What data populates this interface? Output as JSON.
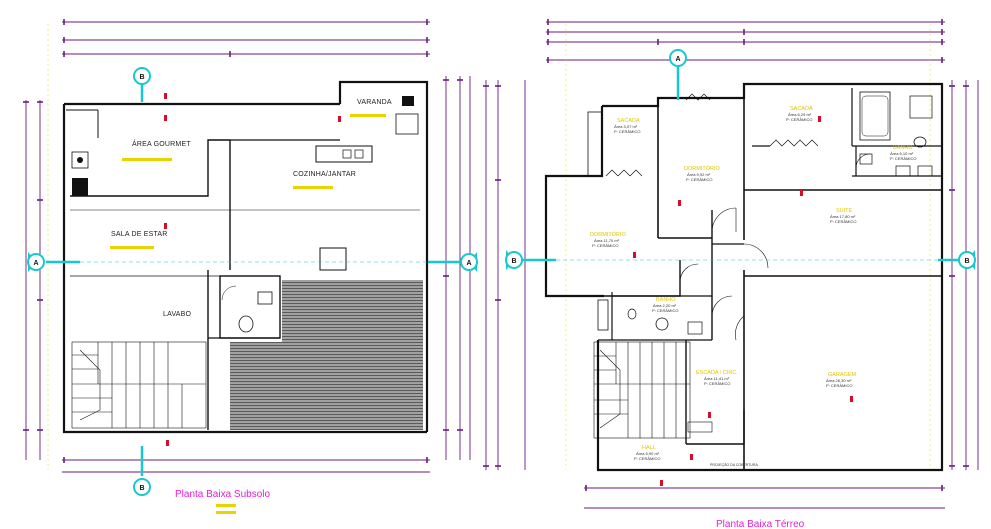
{
  "floors": [
    {
      "title": "Planta Baixa Subsolo",
      "rooms": [
        {
          "name": "ÁREA GOURMET"
        },
        {
          "name": "VARANDA"
        },
        {
          "name": "COZINHA/JANTAR"
        },
        {
          "name": "SALA DE ESTAR"
        },
        {
          "name": "LAVABO"
        }
      ]
    },
    {
      "title": "Planta Baixa Térreo",
      "rooms": [
        {
          "name": "SACADA",
          "area": "Área 3,07 m²",
          "floor": "P: CERÂMICO"
        },
        {
          "name": "DORMITÓRIO",
          "area": "Área 9,92 m²",
          "floor": "P: CERÂMICO"
        },
        {
          "name": "SACADA",
          "area": "Área 6,29 m²",
          "floor": "P: CERÂMICO"
        },
        {
          "name": "BANHO",
          "area": "Área 6,10 m²",
          "floor": "P: CERÂMICO"
        },
        {
          "name": "DORMITÓRIO",
          "area": "Área 11,70 m²",
          "floor": "P: CERÂMICO"
        },
        {
          "name": "SUITE",
          "area": "Área 17,80 m²",
          "floor": "P: CERÂMICO"
        },
        {
          "name": "BANHO",
          "area": "Área 2,20 m²",
          "floor": "P: CERÂMICO"
        },
        {
          "name": "ESCADA / CIRC.",
          "area": "Área 11,41 m²",
          "floor": "P: CERÂMICO"
        },
        {
          "name": "GARAGEM",
          "area": "Área 26,30 m²",
          "floor": "P: CERÂMICO"
        },
        {
          "name": "HALL",
          "area": "Área 5,90 m²",
          "floor": "P: CERÂMICO"
        }
      ],
      "note": "PROJEÇÃO DA COBERTURA"
    }
  ],
  "section_markers": [
    "A",
    "B"
  ],
  "colors": {
    "wall": "#111111",
    "dim": "#6a1a80",
    "axis": "#18c8d0",
    "level": "#d0102a",
    "title": "#e020d0",
    "note": "#e0c400"
  }
}
